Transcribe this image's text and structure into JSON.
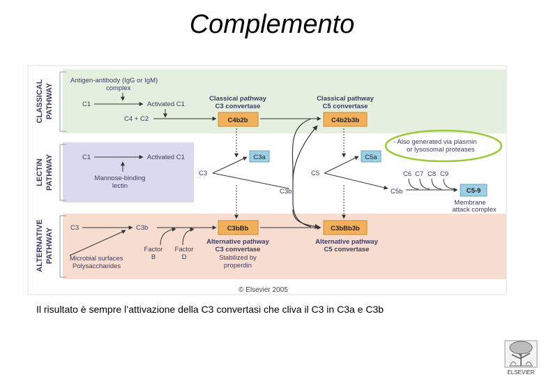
{
  "title": "Complemento",
  "caption": "Il risultato è sempre l’attivazione della C3 convertasi che cliva il C3 in C3a e C3b",
  "diagram": {
    "pathways": {
      "classical": [
        "CLASSICAL",
        "PATHWAY"
      ],
      "lectin": [
        "LECTIN",
        "PATHWAY"
      ],
      "alternative": [
        "ALTERNATIVE",
        "PATHWAY"
      ]
    },
    "classical": {
      "trigger_line1": "Antigen-antibody (IgG or IgM)",
      "trigger_line2": "complex",
      "c1": "C1",
      "activated_c1": "Activated C1",
      "c4_c2": "C4 + C2",
      "c3_convertase_line1": "Classical pathway",
      "c3_convertase_line2": "C3 convertase",
      "c3_convertase_box": "C4b2b",
      "c5_convertase_line1": "Classical pathway",
      "c5_convertase_line2": "C5 convertase",
      "c5_convertase_box": "C4b2b3b"
    },
    "lectin": {
      "c1": "C1",
      "activated_c1": "Activated C1",
      "mbl_line1": "Mannose-binding",
      "mbl_line2": "lectin"
    },
    "middle": {
      "c3": "C3",
      "c3a": "C3a",
      "c3b": "C3b",
      "c5": "C5",
      "c5a": "C5a",
      "c5b": "C5b",
      "c6": "C6",
      "c7": "C7",
      "c8": "C8",
      "c9": "C9",
      "mac_box": "C5-9",
      "mac_line1": "Membrane",
      "mac_line2": "attack complex"
    },
    "note": {
      "line1": "- Also generated via plasmin",
      "line2": "or lysosomal proteases"
    },
    "alternative": {
      "c3": "C3",
      "c3b": "C3b",
      "factor_b_line1": "Factor",
      "factor_b_line2": "B",
      "factor_d_line1": "Factor",
      "factor_d_line2": "D",
      "microbial_line1": "Microbial surfaces",
      "microbial_line2": "Polysaccharides",
      "c3_convertase_box": "C3bBb",
      "c3_convertase_line1": "Alternative pathway",
      "c3_convertase_line2": "C3 convertase",
      "stabilized_line1": "Stabilized by",
      "stabilized_line2": "properdin",
      "c5_convertase_box": "C3bBb3b",
      "c5_convertase_line1": "Alternative pathway",
      "c5_convertase_line2": "C5 convertase"
    },
    "copyright": "© Elsevier 2005"
  },
  "logo": {
    "text": "ELSEVIER",
    "colors": {
      "tree": "#5a5a5a",
      "text": "#3a3a3a"
    }
  },
  "colors": {
    "classical_band": "#e5efdf",
    "lectin_band": "#dad9ee",
    "alternative_band": "#f7ddd0",
    "box_orange": "#f2b05a",
    "box_blue": "#9ccfe3",
    "highlight_ellipse": "#9ac93c",
    "label_purple": "#3c3a62",
    "arrow": "#333333"
  }
}
